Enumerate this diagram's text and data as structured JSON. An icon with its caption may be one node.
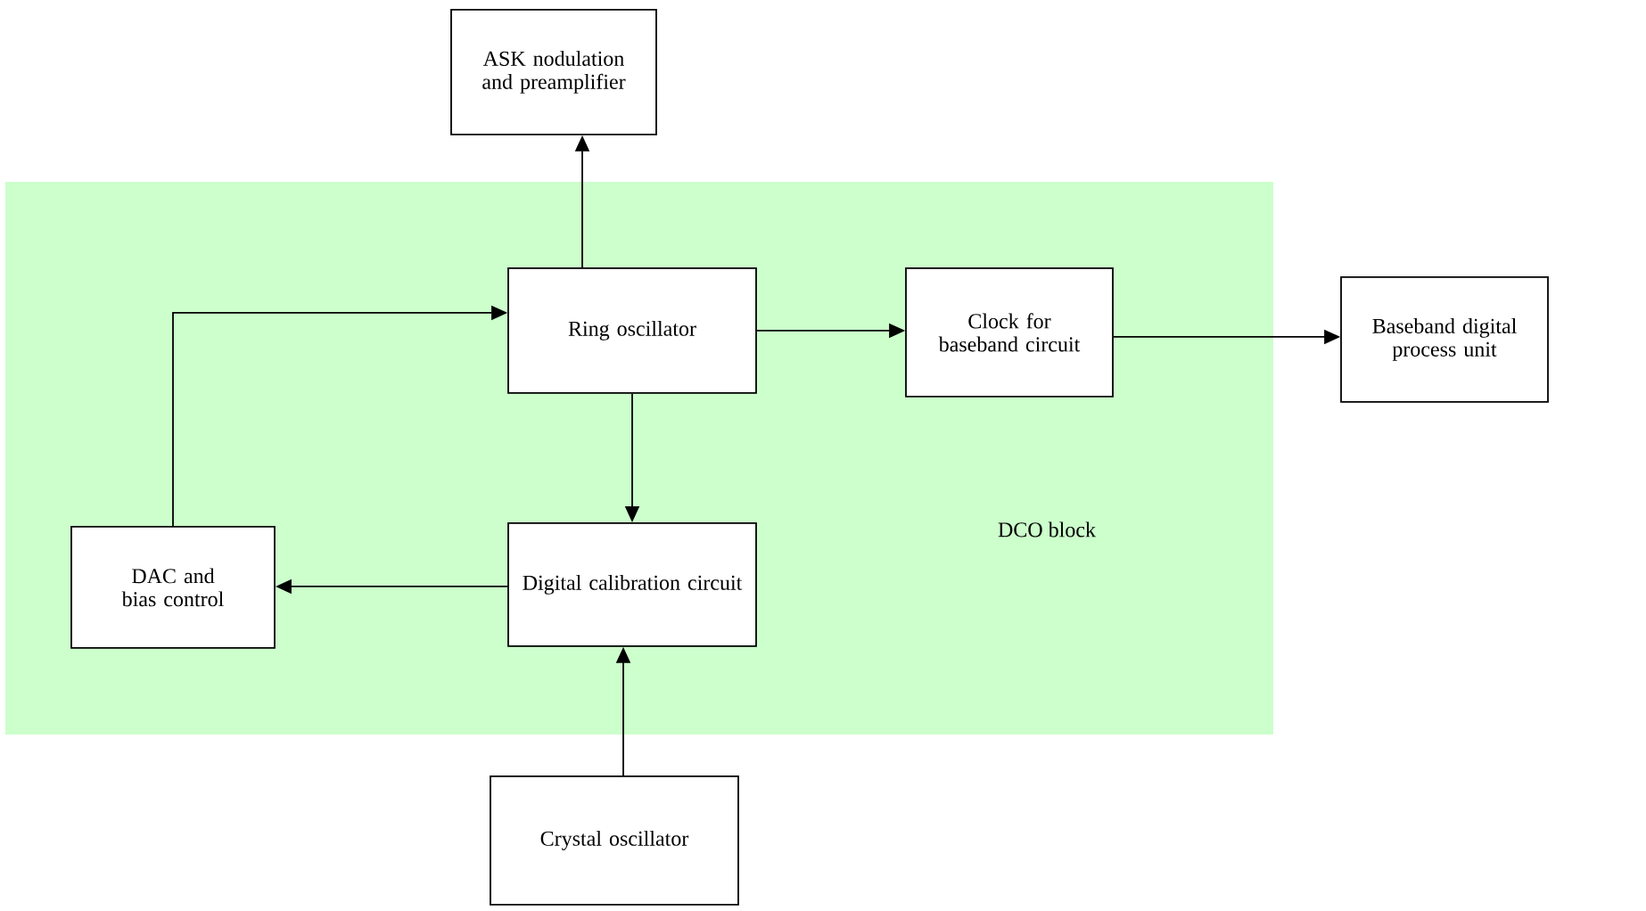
{
  "diagram": {
    "nodes": [
      {
        "text": [
          "DCO block"
        ]
      },
      {
        "text": [
          "ASK nodulation and preamplifier"
        ]
      },
      {
        "text": [
          "Ring oscillator"
        ],
        "in": 0
      },
      {
        "text": [
          "Clock for baseband circuit"
        ],
        "in": 0
      },
      {
        "text": [
          "Baseband digital process unit"
        ]
      },
      {
        "text": [
          "DAC and bias control"
        ],
        "in": 0
      },
      {
        "text": [
          "Digital calibration circuit"
        ],
        "in": 0
      },
      {
        "text": [
          "Crystal oscillator"
        ]
      }
    ],
    "edges": [
      {
        "from": 2,
        "to": 1,
        "arrow": "to"
      },
      {
        "from": 2,
        "to": 3,
        "arrow": "to"
      },
      {
        "from": 3,
        "to": 4,
        "arrow": "to"
      },
      {
        "from": 2,
        "to": 6,
        "arrow": "to"
      },
      {
        "from": 6,
        "to": 5,
        "arrow": "to"
      },
      {
        "from": 5,
        "to": 2,
        "arrow": "to"
      },
      {
        "from": 7,
        "to": 6,
        "arrow": "to"
      }
    ]
  }
}
